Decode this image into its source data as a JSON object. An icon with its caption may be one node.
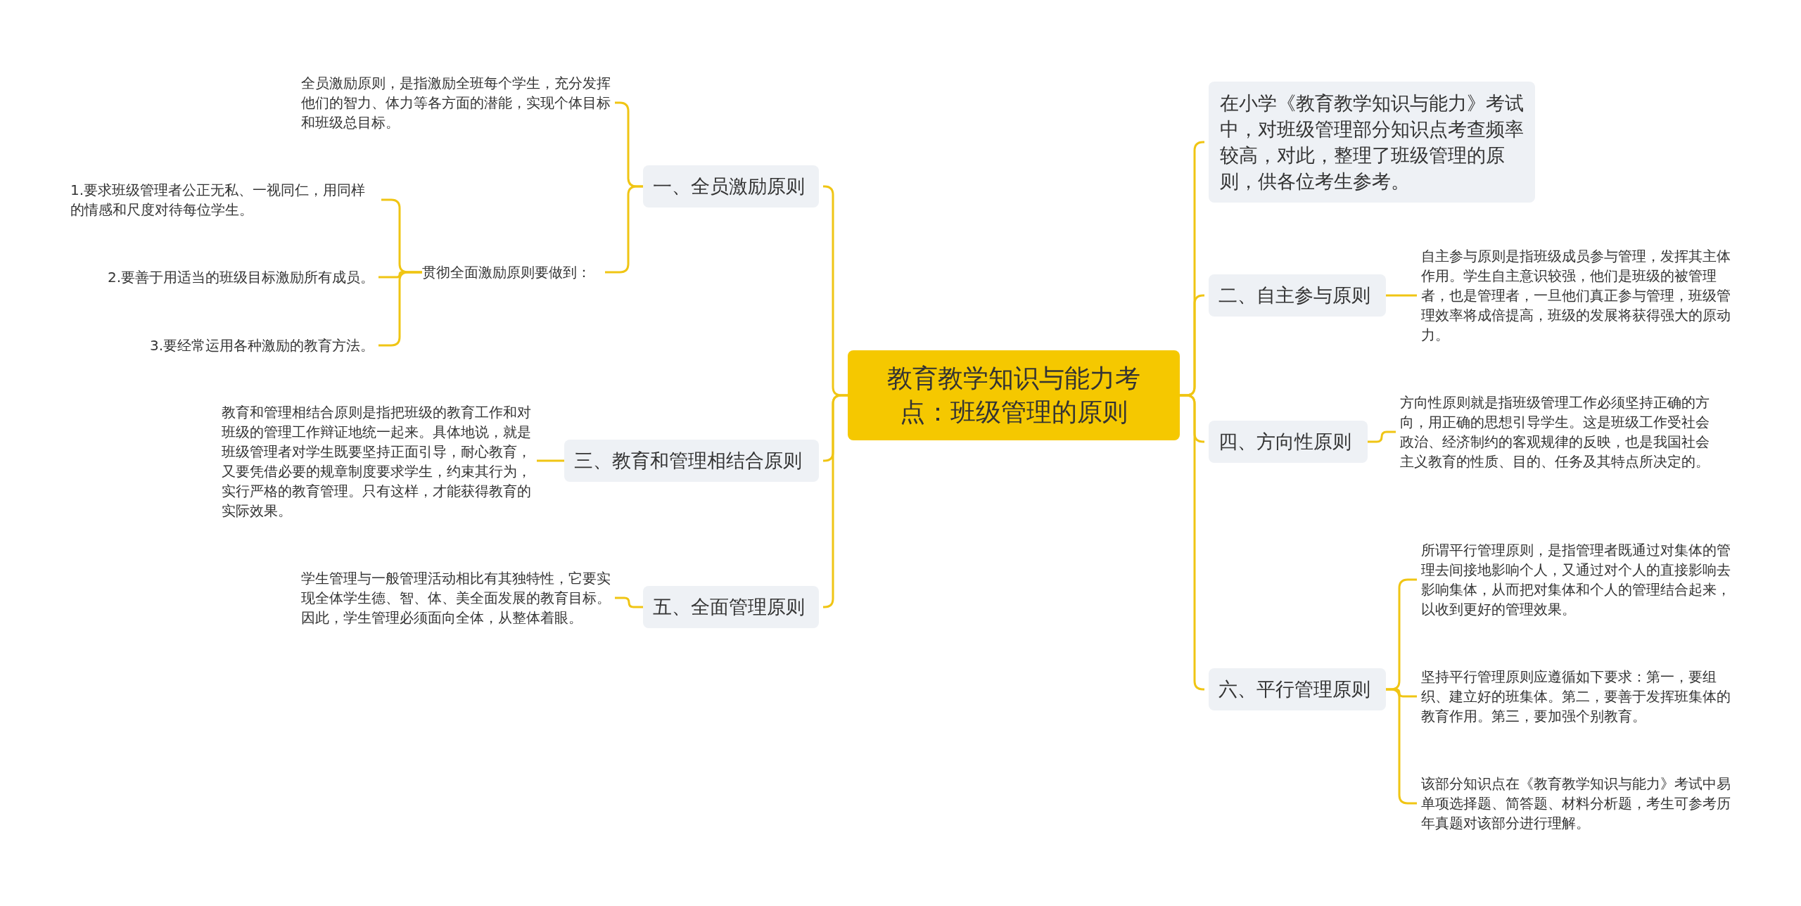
{
  "diagram": {
    "nodes": [
      {
        "text": [
          "教育教学知识与能力考点：班级管理的原则"
        ]
      },
      {
        "text": [
          "一、全员激励原则"
        ]
      },
      {
        "text": [
          "全员激励原则，是指激励全班每个学生，充分发挥他们的智力、体力等各方面的潜能，实现个体目标和班级总目标。"
        ]
      },
      {
        "text": [
          "贯彻全面激励原则要做到："
        ]
      },
      {
        "text": [
          "1.要求班级管理者公正无私、一视同仁，用同样的情感和尺度对待每位学生。"
        ]
      },
      {
        "text": [
          "2.要善于用适当的班级目标激励所有成员。"
        ]
      },
      {
        "text": [
          "3.要经常运用各种激励的教育方法。"
        ]
      },
      {
        "text": [
          "三、教育和管理相结合原则"
        ]
      },
      {
        "text": [
          "教育和管理相结合原则是指把班级的教育工作和对班级的管理工作辩证地统一起来。具体地说，就是班级管理者对学生既要坚持正面引导，耐心教育，又要凭借必要的规章制度要求学生，约束其行为，实行严格的教育管理。只有这样，才能获得教育的实际效果。"
        ]
      },
      {
        "text": [
          "五、全面管理原则"
        ]
      },
      {
        "text": [
          "学生管理与一般管理活动相比有其独特性，它要实现全体学生德、智、体、美全面发展的教育目标。因此，学生管理必须面向全体，从整体着眼。"
        ]
      },
      {
        "text": [
          "在小学《教育教学知识与能力》考试中，对班级管理部分知识点考查频率较高，对此，整理了班级管理的原则，供各位考生参考。"
        ]
      },
      {
        "text": [
          "二、自主参与原则"
        ]
      },
      {
        "text": [
          "自主参与原则是指班级成员参与管理，发挥其主体作用。学生自主意识较强，他们是班级的被管理者，也是管理者，一旦他们真正参与管理，班级管理效率将成倍提高，班级的发展将获得强大的原动力。"
        ]
      },
      {
        "text": [
          "四、方向性原则"
        ]
      },
      {
        "text": [
          "方向性原则就是指班级管理工作必须坚持正确的方向，用正确的思想引导学生。这是班级工作受社会政治、经济制约的客观规律的反映，也是我国社会主义教育的性质、目的、任务及其特点所决定的。"
        ]
      },
      {
        "text": [
          "六、平行管理原则"
        ]
      },
      {
        "text": [
          "所谓平行管理原则，是指管理者既通过对集体的管理去间接地影响个人，又通过对个人的直接影响去影响集体，从而把对集体和个人的管理结合起来，以收到更好的管理效果。"
        ]
      },
      {
        "text": [
          "坚持平行管理原则应遵循如下要求：第一，要组织、建立好的班集体。第二，要善于发挥班集体的教育作用。第三，要加强个别教育。"
        ]
      },
      {
        "text": [
          "该部分知识点在《教育教学知识与能力》考试中易单项选择题、简答题、材料分析题，考生可参考历年真题对该部分进行理解。"
        ]
      }
    ],
    "edges": [
      {
        "from": 0,
        "to": 1,
        "arrow": "none"
      },
      {
        "from": 0,
        "to": 7,
        "arrow": "none"
      },
      {
        "from": 0,
        "to": 9,
        "arrow": "none"
      },
      {
        "from": 0,
        "to": 11,
        "arrow": "none"
      },
      {
        "from": 0,
        "to": 12,
        "arrow": "none"
      },
      {
        "from": 0,
        "to": 14,
        "arrow": "none"
      },
      {
        "from": 0,
        "to": 16,
        "arrow": "none"
      },
      {
        "from": 1,
        "to": 2,
        "arrow": "none"
      },
      {
        "from": 1,
        "to": 3,
        "arrow": "none"
      },
      {
        "from": 3,
        "to": 4,
        "arrow": "none"
      },
      {
        "from": 3,
        "to": 5,
        "arrow": "none"
      },
      {
        "from": 3,
        "to": 6,
        "arrow": "none"
      },
      {
        "from": 7,
        "to": 8,
        "arrow": "none"
      },
      {
        "from": 9,
        "to": 10,
        "arrow": "none"
      },
      {
        "from": 12,
        "to": 13,
        "arrow": "none"
      },
      {
        "from": 14,
        "to": 15,
        "arrow": "none"
      },
      {
        "from": 16,
        "to": 17,
        "arrow": "none"
      },
      {
        "from": 16,
        "to": 18,
        "arrow": "none"
      },
      {
        "from": 16,
        "to": 19,
        "arrow": "none"
      }
    ]
  }
}
